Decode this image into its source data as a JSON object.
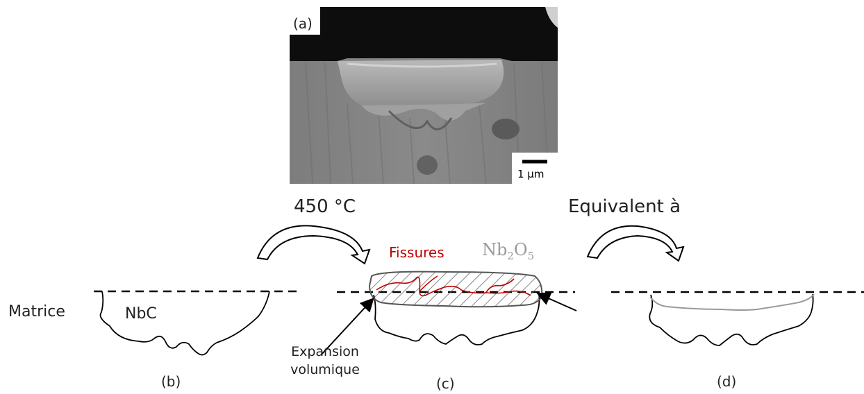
{
  "panels": {
    "a": "(a)",
    "b": "(b)",
    "c": "(c)",
    "d": "(d)"
  },
  "sem": {
    "scale_bar": "1 µm"
  },
  "arrows": {
    "left": "450 °C",
    "right": "Equivalent à"
  },
  "labels": {
    "matrice": "Matrice",
    "nbc": "NbC",
    "fissures": "Fissures",
    "oxide": {
      "base": "Nb",
      "sub1": "2",
      "mid": "O",
      "sub2": "5"
    },
    "expansion_line1": "Expansion",
    "expansion_line2": "volumique"
  },
  "colors": {
    "crack": "#c00000",
    "oxide_text": "#9a9a9a",
    "outline": "#000000"
  }
}
